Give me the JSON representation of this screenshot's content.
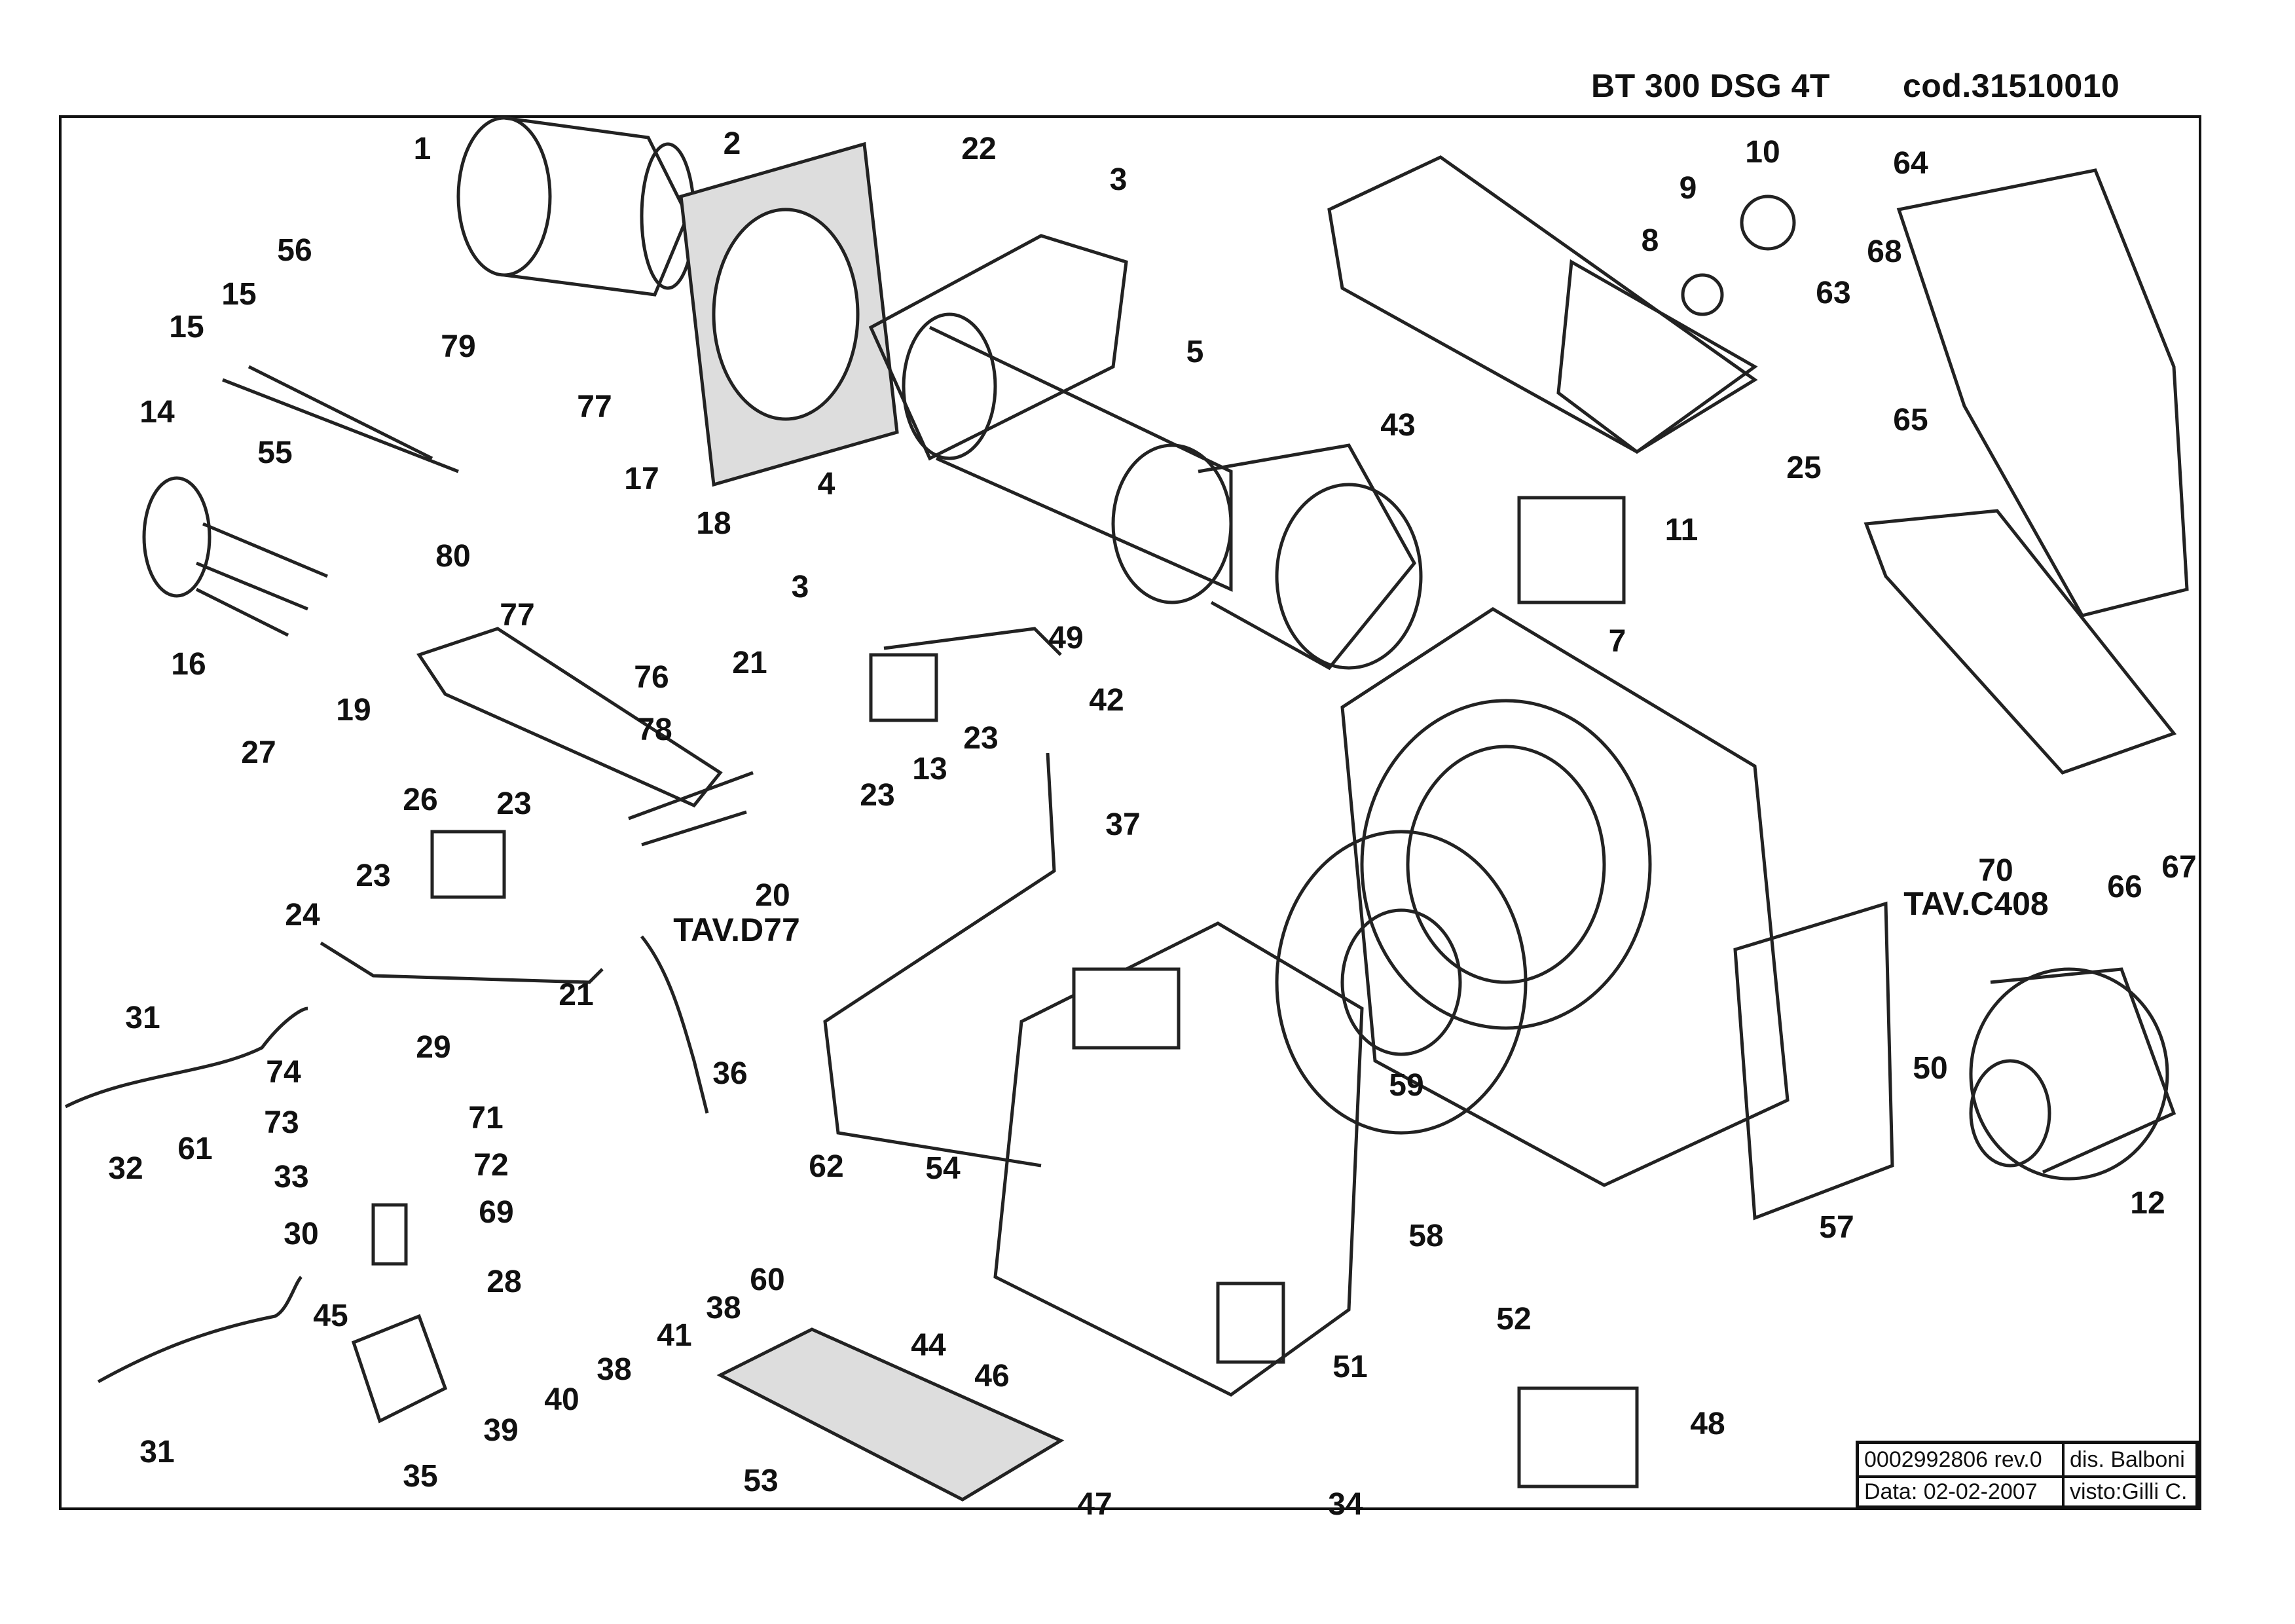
{
  "header": {
    "model": "BT 300 DSG 4T",
    "code": "cod.31510010"
  },
  "refs": {
    "tav_d77": "TAV.D77",
    "tav_c408": "TAV.C408"
  },
  "callouts": [
    "1",
    "2",
    "22",
    "3",
    "5",
    "43",
    "9",
    "10",
    "8",
    "64",
    "68",
    "63",
    "65",
    "56",
    "15",
    "15",
    "79",
    "14",
    "55",
    "77",
    "17",
    "18",
    "80",
    "77",
    "3",
    "49",
    "11",
    "25",
    "4",
    "7",
    "16",
    "27",
    "19",
    "76",
    "78",
    "21",
    "42",
    "23",
    "13",
    "23",
    "26",
    "23",
    "23",
    "20",
    "37",
    "70",
    "66",
    "67",
    "24",
    "21",
    "36",
    "31",
    "29",
    "74",
    "73",
    "71",
    "72",
    "33",
    "32",
    "61",
    "30",
    "69",
    "28",
    "45",
    "31",
    "35",
    "39",
    "40",
    "38",
    "41",
    "38",
    "60",
    "62",
    "54",
    "44",
    "46",
    "53",
    "47",
    "34",
    "51",
    "52",
    "48",
    "59",
    "58",
    "57",
    "50",
    "12"
  ],
  "titleblock": {
    "doc_number": "0002992806 rev.0",
    "drawn_by": "dis. Balboni",
    "date": "Data: 02-02-2007",
    "checked_by": "visto:Gilli C."
  }
}
